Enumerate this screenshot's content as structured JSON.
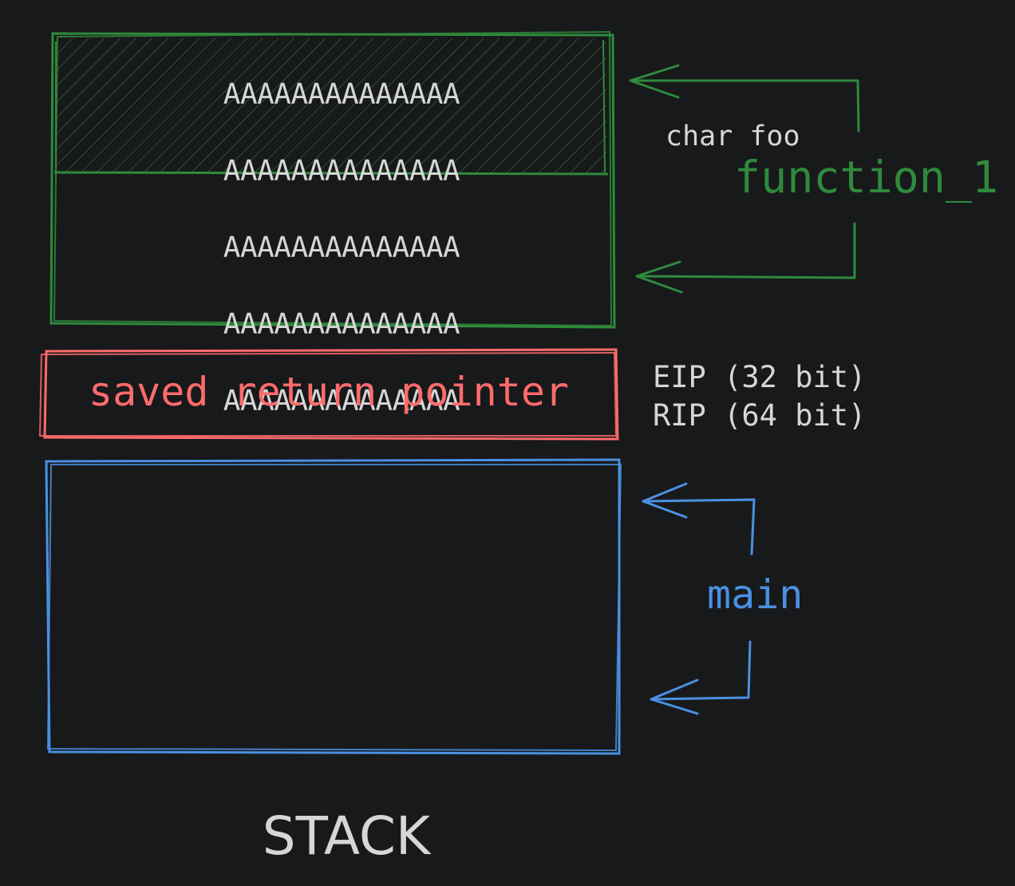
{
  "colors": {
    "background": "#18191b",
    "function_frame": "#2f8a3c",
    "saved_pointer": "#ff6b6b",
    "main_frame": "#4a90e2",
    "text_light": "#d6d6d6"
  },
  "function_frame": {
    "label": "function_1",
    "buffer_label": "char foo",
    "overflow_rows": [
      "AAAAAAAAAAAAAA",
      "AAAAAAAAAAAAAA",
      "AAAAAAAAAAAAAA",
      "AAAAAAAAAAAAAA",
      "AAAAAAAAAAAAAA"
    ]
  },
  "saved_pointer": {
    "label": "saved return pointer",
    "register_32": "EIP (32 bit)",
    "register_64": "RIP (64 bit)"
  },
  "main_frame": {
    "label": "main"
  },
  "caption": "STACK"
}
